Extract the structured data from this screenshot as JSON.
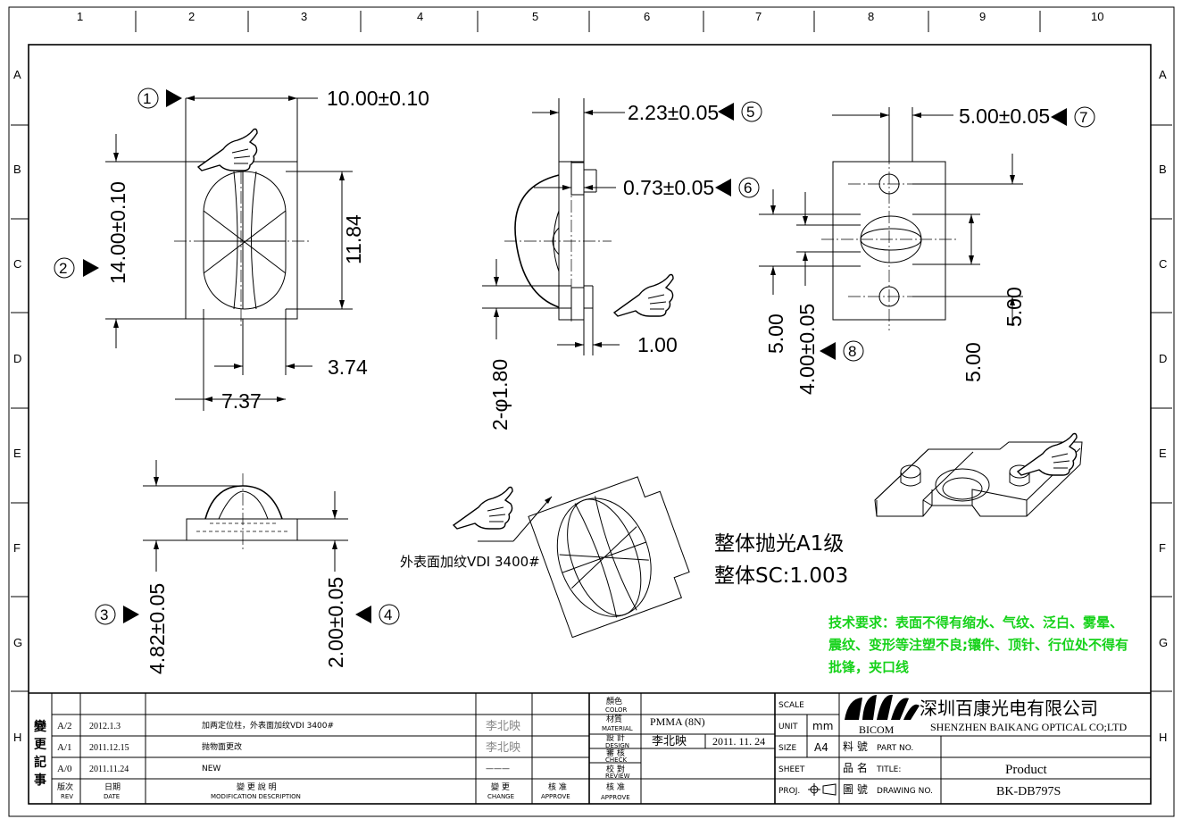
{
  "grid": {
    "cols": [
      "1",
      "2",
      "3",
      "4",
      "5",
      "6",
      "7",
      "8",
      "9",
      "10"
    ],
    "rows": [
      "A",
      "B",
      "C",
      "D",
      "E",
      "F",
      "G",
      "H"
    ]
  },
  "callouts": [
    "1",
    "2",
    "3",
    "4",
    "5",
    "6",
    "7",
    "8"
  ],
  "dims": {
    "d1": "10.00±0.10",
    "d2": "14.00±0.10",
    "d_11_84": "11.84",
    "d_3_74": "3.74",
    "d_7_37": "7.37",
    "d5": "2.23±0.05",
    "d6": "0.73±0.05",
    "d_1_00": "1.00",
    "d_hole": "2-φ1.80",
    "d7": "5.00±0.05",
    "d_5_00_a": "5.00",
    "d_5_00_b": "5.00",
    "d_5_00_c": "5.00",
    "d8": "4.00±0.05",
    "d3": "4.82±0.05",
    "d4": "2.00±0.05"
  },
  "notes": {
    "texture": "外表面加纹VDI 3400#",
    "polish": "整体抛光A1级",
    "shrink": "整体SC:1.003",
    "tech_line1": "技术要求：表面不得有缩水、气纹、泛白、雾晕、",
    "tech_line2": "震纹、变形等注塑不良;镶件、顶针、行位处不得有",
    "tech_line3": "批锋，夹口线"
  },
  "revisions": {
    "side_label": [
      "變",
      "更",
      "記",
      "事"
    ],
    "rows": [
      {
        "rev": "A/2",
        "date": "2012.1.3",
        "desc": "加两定位柱，外表面加纹VDI 3400#",
        "change": "李北映"
      },
      {
        "rev": "A/1",
        "date": "2011.12.15",
        "desc": "抛物面更改",
        "change": "李北映"
      },
      {
        "rev": "A/0",
        "date": "2011.11.24",
        "desc": "NEW",
        "change": "———"
      }
    ],
    "header": {
      "rev_cn": "版次",
      "rev_en": "REV",
      "date_cn": "日期",
      "date_en": "DATE",
      "desc_cn": "變 更 說 明",
      "desc_en": "MODIFICATION DESCRIPTION",
      "change_cn": "變 更",
      "change_en": "CHANGE",
      "approve_cn": "核 准",
      "approve_en": "APPROVE"
    }
  },
  "title_block": {
    "color_cn": "顏色",
    "color_en": "COLOR",
    "material_cn": "材質",
    "material_en": "MATERIAL",
    "material_value": "PMMA (8N)",
    "design_cn": "設 計",
    "design_en": "DESIGN",
    "designer": "李北映",
    "design_date": "2011. 11. 24",
    "check_cn": "審 核",
    "check_en": "CHECK",
    "review_cn": "校 對",
    "review_en": "REVIEW",
    "approve_cn": "核 准",
    "approve_en": "APPROVE",
    "scale": "SCALE",
    "unit": "UNIT",
    "unit_value": "mm",
    "size": "SIZE",
    "size_value": "A4",
    "sheet": "SHEET",
    "proj": "PROJ.",
    "logo_text": "BICOM",
    "company_cn": "深圳百康光电有限公司",
    "company_en": "SHENZHEN BAIKANG OPTICAL CO;LTD",
    "part_cn": "料 號",
    "part_en": "PART NO.",
    "title_cn": "品 名",
    "title_en": "TITLE:",
    "title_value": "Product",
    "drawing_cn": "圖 號",
    "drawing_en": "DRAWING NO.",
    "drawing_value": "BK-DB797S"
  }
}
